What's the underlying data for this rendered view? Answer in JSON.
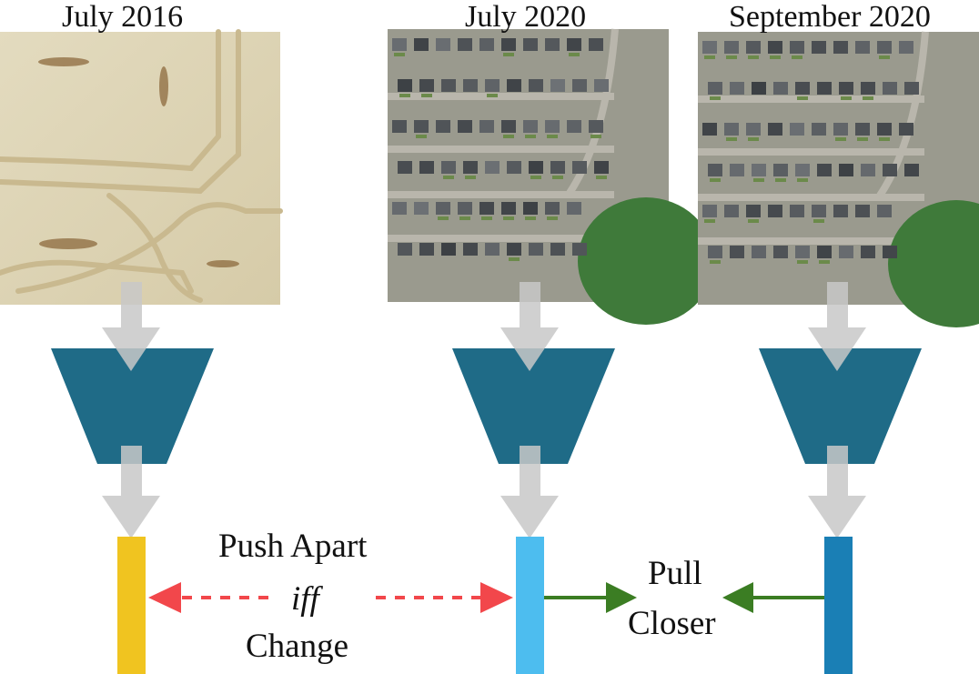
{
  "images": [
    {
      "id": "t1",
      "label": "July 2016",
      "kind": "construction"
    },
    {
      "id": "t2",
      "label": "July 2020",
      "kind": "suburb"
    },
    {
      "id": "t3",
      "label": "September 2020",
      "kind": "suburb"
    }
  ],
  "relations": {
    "push": {
      "line1": "Push Apart",
      "line2": "iff",
      "line3": "Change"
    },
    "pull": {
      "line1": "Pull",
      "line2": "Closer"
    }
  },
  "colors": {
    "encoder": "#1f6b87",
    "flow_arrow": "#c8c8c8",
    "feature_t1": "#f0c420",
    "feature_t2": "#4dbdef",
    "feature_t3": "#1a7fb5",
    "push_arrow": "#f2474b",
    "pull_arrow": "#3b7d23",
    "construction_base": "#ddd4b6",
    "roof": "#4a4e52",
    "grass": "#3f7a3a"
  }
}
